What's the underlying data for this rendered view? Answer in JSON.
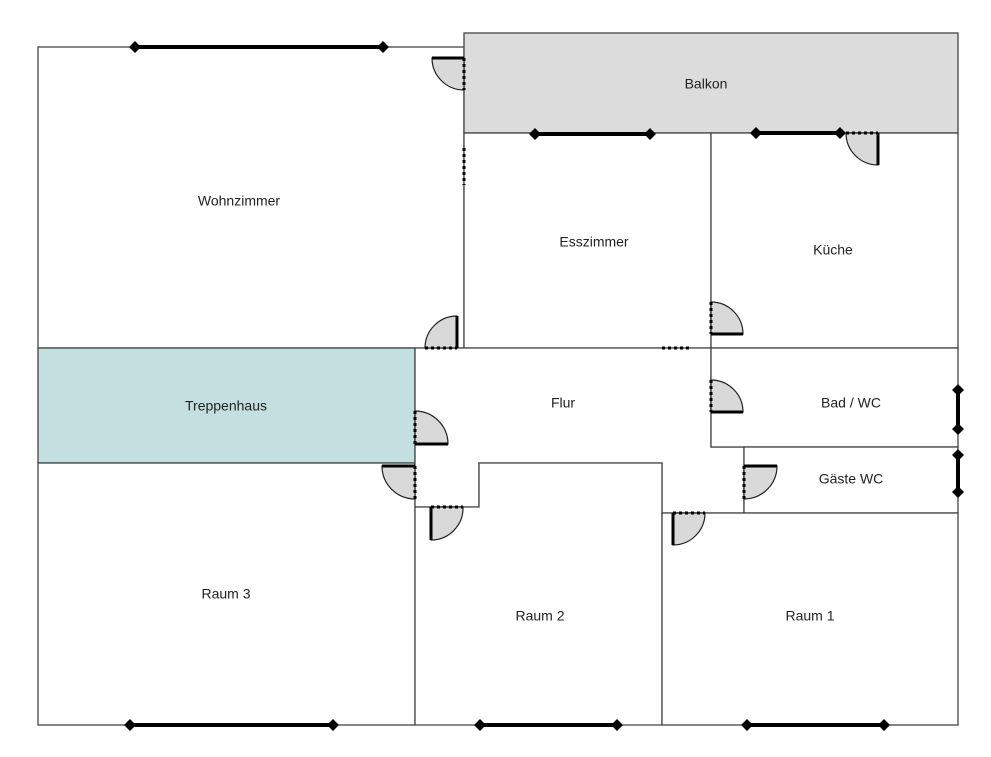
{
  "floorplan": {
    "rooms": {
      "wohnzimmer": "Wohnzimmer",
      "balkon": "Balkon",
      "esszimmer": "Esszimmer",
      "kueche": "Küche",
      "treppenhaus": "Treppenhaus",
      "flur": "Flur",
      "bad_wc": "Bad / WC",
      "gaeste_wc": "Gäste WC",
      "raum3": "Raum 3",
      "raum2": "Raum 2",
      "raum1": "Raum 1"
    },
    "colors": {
      "balkon_fill": "#dcdcdc",
      "treppenhaus_fill": "#c4dfe0",
      "door_fill": "#d9d9d9"
    }
  }
}
